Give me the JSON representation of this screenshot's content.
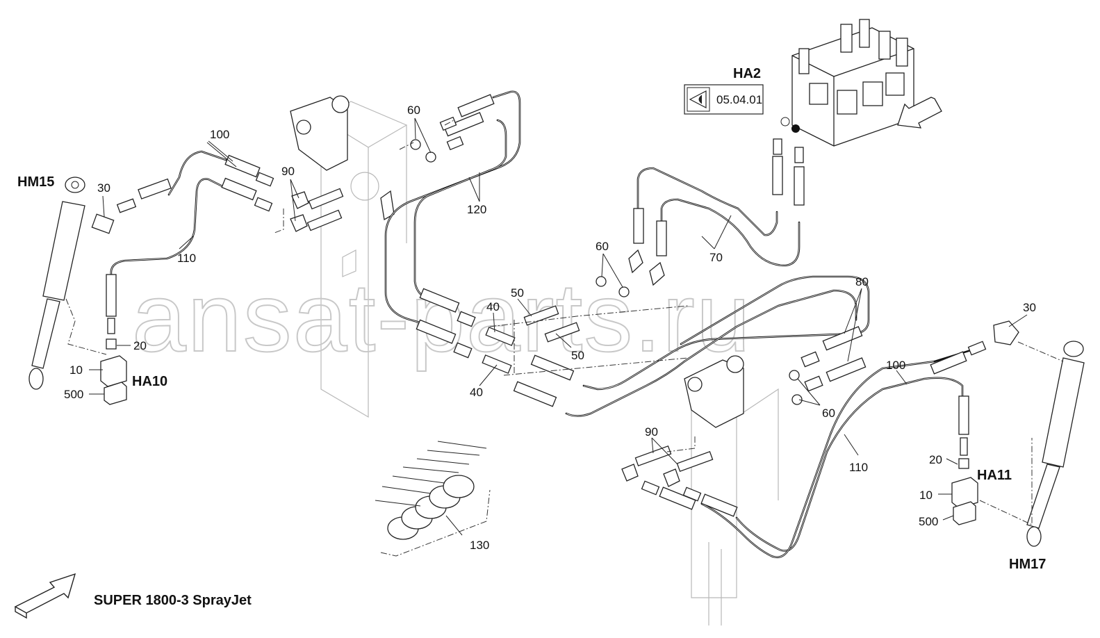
{
  "title": "SUPER 1800-3 SprayJet",
  "watermark": "ansat-parts.ru",
  "reference": {
    "view_label": "HA2",
    "page": "05.04.01",
    "icon": "eye-icon"
  },
  "components": {
    "hm15": "HM15",
    "hm17": "HM17",
    "ha10": "HA10",
    "ha11": "HA11",
    "ha2": "HA2"
  },
  "callouts": {
    "c100a": "100",
    "c30a": "30",
    "c90a": "90",
    "c60a": "60",
    "c120": "120",
    "c110a": "110",
    "c20a": "20",
    "c10a": "10",
    "c500a": "500",
    "c50a": "50",
    "c40a": "40",
    "c50b": "50",
    "c40b": "40",
    "c60b": "60",
    "c70": "70",
    "c80": "80",
    "c60c": "60",
    "c30b": "30",
    "c100b": "100",
    "c110b": "110",
    "c90b": "90",
    "c20b": "20",
    "c10b": "10",
    "c500b": "500",
    "c130": "130"
  },
  "colors": {
    "line": "#111111",
    "frame": "#b8b8b8",
    "watermark": "#c8c8c8"
  }
}
